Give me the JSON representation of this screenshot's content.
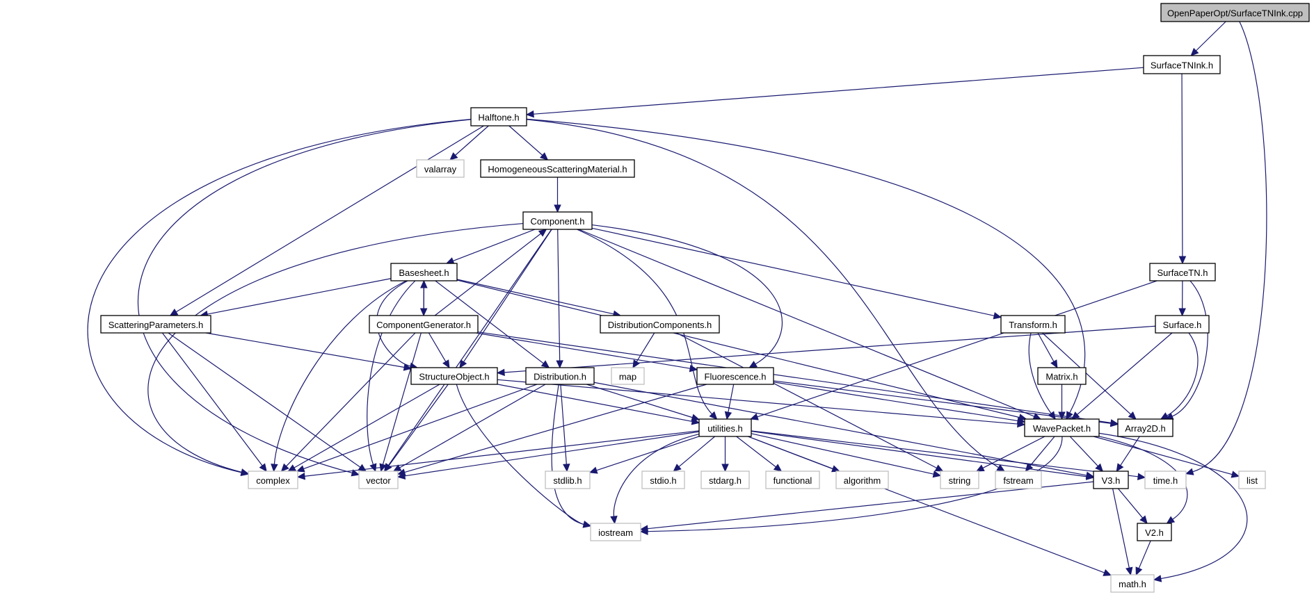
{
  "title": "OpenPaperOpt/SurfaceTNInk.cpp include dependency graph",
  "colors": {
    "edge": "#191970",
    "root_fill": "#bfbfbf",
    "local_border": "#000000",
    "system_border": "#bfbfbf"
  },
  "nodes": [
    {
      "id": "root",
      "label": "OpenPaperOpt/SurfaceTNInk.cpp",
      "kind": "root"
    },
    {
      "id": "SurfaceTNInk",
      "label": "SurfaceTNInk.h",
      "kind": "local"
    },
    {
      "id": "Halftone",
      "label": "Halftone.h",
      "kind": "local"
    },
    {
      "id": "valarray",
      "label": "valarray",
      "kind": "system"
    },
    {
      "id": "HSM",
      "label": "HomogeneousScatteringMaterial.h",
      "kind": "local"
    },
    {
      "id": "Component",
      "label": "Component.h",
      "kind": "local"
    },
    {
      "id": "Basesheet",
      "label": "Basesheet.h",
      "kind": "local"
    },
    {
      "id": "SurfaceTN",
      "label": "SurfaceTN.h",
      "kind": "local"
    },
    {
      "id": "ScatteringParameters",
      "label": "ScatteringParameters.h",
      "kind": "local"
    },
    {
      "id": "ComponentGenerator",
      "label": "ComponentGenerator.h",
      "kind": "local"
    },
    {
      "id": "DistributionComponents",
      "label": "DistributionComponents.h",
      "kind": "local"
    },
    {
      "id": "Transform",
      "label": "Transform.h",
      "kind": "local"
    },
    {
      "id": "Surface",
      "label": "Surface.h",
      "kind": "local"
    },
    {
      "id": "StructureObject",
      "label": "StructureObject.h",
      "kind": "local"
    },
    {
      "id": "Distribution",
      "label": "Distribution.h",
      "kind": "local"
    },
    {
      "id": "map",
      "label": "map",
      "kind": "system"
    },
    {
      "id": "Fluorescence",
      "label": "Fluorescence.h",
      "kind": "local"
    },
    {
      "id": "Matrix",
      "label": "Matrix.h",
      "kind": "local"
    },
    {
      "id": "utilities",
      "label": "utilities.h",
      "kind": "local"
    },
    {
      "id": "WavePacket",
      "label": "WavePacket.h",
      "kind": "local"
    },
    {
      "id": "Array2D",
      "label": "Array2D.h",
      "kind": "local"
    },
    {
      "id": "complex",
      "label": "complex",
      "kind": "system"
    },
    {
      "id": "vector",
      "label": "vector",
      "kind": "system"
    },
    {
      "id": "stdlib",
      "label": "stdlib.h",
      "kind": "system"
    },
    {
      "id": "stdio",
      "label": "stdio.h",
      "kind": "system"
    },
    {
      "id": "stdarg",
      "label": "stdarg.h",
      "kind": "system"
    },
    {
      "id": "functional",
      "label": "functional",
      "kind": "system"
    },
    {
      "id": "algorithm",
      "label": "algorithm",
      "kind": "system"
    },
    {
      "id": "string",
      "label": "string",
      "kind": "system"
    },
    {
      "id": "fstream",
      "label": "fstream",
      "kind": "system"
    },
    {
      "id": "V3",
      "label": "V3.h",
      "kind": "local"
    },
    {
      "id": "time",
      "label": "time.h",
      "kind": "system"
    },
    {
      "id": "list",
      "label": "list",
      "kind": "system"
    },
    {
      "id": "iostream",
      "label": "iostream",
      "kind": "system"
    },
    {
      "id": "V2",
      "label": "V2.h",
      "kind": "local"
    },
    {
      "id": "math",
      "label": "math.h",
      "kind": "system"
    }
  ],
  "edges": [
    [
      "root",
      "SurfaceTNInk"
    ],
    [
      "root",
      "time"
    ],
    [
      "SurfaceTNInk",
      "Halftone"
    ],
    [
      "SurfaceTNInk",
      "SurfaceTN"
    ],
    [
      "Halftone",
      "valarray"
    ],
    [
      "Halftone",
      "HSM"
    ],
    [
      "Halftone",
      "complex"
    ],
    [
      "Halftone",
      "vector"
    ],
    [
      "Halftone",
      "ScatteringParameters"
    ],
    [
      "Halftone",
      "fstream"
    ],
    [
      "Halftone",
      "WavePacket"
    ],
    [
      "HSM",
      "Component"
    ],
    [
      "Component",
      "Basesheet"
    ],
    [
      "Component",
      "Distribution"
    ],
    [
      "Component",
      "StructureObject"
    ],
    [
      "Component",
      "complex"
    ],
    [
      "Component",
      "vector"
    ],
    [
      "Component",
      "utilities"
    ],
    [
      "Component",
      "Fluorescence"
    ],
    [
      "Component",
      "Transform"
    ],
    [
      "Component",
      "WavePacket"
    ],
    [
      "Basesheet",
      "ComponentGenerator"
    ],
    [
      "Basesheet",
      "ScatteringParameters"
    ],
    [
      "Basesheet",
      "DistributionComponents"
    ],
    [
      "Basesheet",
      "Distribution"
    ],
    [
      "Basesheet",
      "StructureObject"
    ],
    [
      "Basesheet",
      "complex"
    ],
    [
      "Basesheet",
      "vector"
    ],
    [
      "Basesheet",
      "WavePacket"
    ],
    [
      "ComponentGenerator",
      "Basesheet"
    ],
    [
      "ComponentGenerator",
      "Component"
    ],
    [
      "ComponentGenerator",
      "StructureObject"
    ],
    [
      "ComponentGenerator",
      "complex"
    ],
    [
      "ComponentGenerator",
      "vector"
    ],
    [
      "ComponentGenerator",
      "Fluorescence"
    ],
    [
      "ComponentGenerator",
      "Array2D"
    ],
    [
      "ScatteringParameters",
      "StructureObject"
    ],
    [
      "ScatteringParameters",
      "complex"
    ],
    [
      "ScatteringParameters",
      "vector"
    ],
    [
      "DistributionComponents",
      "map"
    ],
    [
      "DistributionComponents",
      "string"
    ],
    [
      "SurfaceTN",
      "Surface"
    ],
    [
      "SurfaceTN",
      "utilities"
    ],
    [
      "SurfaceTN",
      "Array2D"
    ],
    [
      "Surface",
      "StructureObject"
    ],
    [
      "Surface",
      "WavePacket"
    ],
    [
      "Surface",
      "Array2D"
    ],
    [
      "Transform",
      "Matrix"
    ],
    [
      "Transform",
      "WavePacket"
    ],
    [
      "Transform",
      "Array2D"
    ],
    [
      "Matrix",
      "WavePacket"
    ],
    [
      "StructureObject",
      "utilities"
    ],
    [
      "StructureObject",
      "complex"
    ],
    [
      "StructureObject",
      "vector"
    ],
    [
      "StructureObject",
      "iostream"
    ],
    [
      "StructureObject",
      "WavePacket"
    ],
    [
      "Distribution",
      "utilities"
    ],
    [
      "Distribution",
      "vector"
    ],
    [
      "Distribution",
      "complex"
    ],
    [
      "Distribution",
      "stdlib"
    ],
    [
      "Distribution",
      "iostream"
    ],
    [
      "Distribution",
      "V3"
    ],
    [
      "Fluorescence",
      "utilities"
    ],
    [
      "Fluorescence",
      "vector"
    ],
    [
      "Fluorescence",
      "WavePacket"
    ],
    [
      "Fluorescence",
      "Array2D"
    ],
    [
      "utilities",
      "complex"
    ],
    [
      "utilities",
      "vector"
    ],
    [
      "utilities",
      "stdlib"
    ],
    [
      "utilities",
      "stdio"
    ],
    [
      "utilities",
      "stdarg"
    ],
    [
      "utilities",
      "functional"
    ],
    [
      "utilities",
      "algorithm"
    ],
    [
      "utilities",
      "string"
    ],
    [
      "utilities",
      "iostream"
    ],
    [
      "utilities",
      "math"
    ],
    [
      "utilities",
      "V3"
    ],
    [
      "utilities",
      "time"
    ],
    [
      "WavePacket",
      "string"
    ],
    [
      "WavePacket",
      "fstream"
    ],
    [
      "WavePacket",
      "V3"
    ],
    [
      "WavePacket",
      "iostream"
    ],
    [
      "WavePacket",
      "V2"
    ],
    [
      "WavePacket",
      "list"
    ],
    [
      "WavePacket",
      "math"
    ],
    [
      "Array2D",
      "V3"
    ],
    [
      "V3",
      "V2"
    ],
    [
      "V3",
      "math"
    ],
    [
      "V3",
      "iostream"
    ],
    [
      "V2",
      "math"
    ]
  ]
}
